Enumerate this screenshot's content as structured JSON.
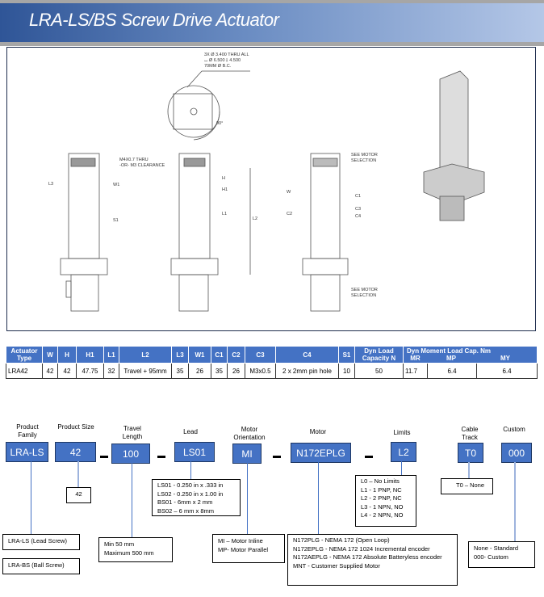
{
  "header": {
    "title": "LRA-LS/BS Screw Drive Actuator"
  },
  "drawing": {
    "callout_holes": [
      "3X Ø 3.400 THRU ALL",
      "⌴ Ø 6.500 ↧ 4.500",
      "70MM Ø B.C."
    ],
    "angle": "90°",
    "callout_m4": [
      "M4X0.7 THRU",
      "-OR- M3 CLEARANCE"
    ],
    "see_motor": [
      "SEE MOTOR",
      "SELECTION"
    ],
    "labels": {
      "l3": "L3",
      "w1": "W1",
      "s1": "S1",
      "h": "H",
      "h1": "H1",
      "l1": "L1",
      "l2": "L2",
      "w": "W",
      "c1": "C1",
      "c2": "C2",
      "c3": "C3",
      "c4": "C4"
    }
  },
  "spec_table": {
    "headers": [
      "Actuator Type",
      "W",
      "H",
      "H1",
      "L1",
      "L2",
      "L3",
      "W1",
      "C1",
      "C2",
      "C3",
      "C4",
      "S1",
      "Dyn Load Capacity N"
    ],
    "moment_header": "Dyn Moment Load Cap. Nm",
    "moment_sub": [
      "MR",
      "MP",
      "MY"
    ],
    "row": [
      "LRA42",
      "42",
      "42",
      "47.75",
      "32",
      "Travel + 95mm",
      "35",
      "26",
      "35",
      "26",
      "M3x0.5",
      "2 x 2mm pin hole",
      "10",
      "50",
      "11.7",
      "6.4",
      "6.4"
    ]
  },
  "ordering": {
    "fields": [
      {
        "label": "Product Family",
        "value": "LRA-LS"
      },
      {
        "label": "Product Size",
        "value": "42"
      },
      {
        "label": "Travel Length",
        "value": "100"
      },
      {
        "label": "Lead",
        "value": "LS01"
      },
      {
        "label": "Motor Orientation",
        "value": "MI"
      },
      {
        "label": "Motor",
        "value": "N172EPLG"
      },
      {
        "label": "Limits",
        "value": "L2"
      },
      {
        "label": "Cable Track",
        "value": "T0"
      },
      {
        "label": "Custom",
        "value": "000"
      }
    ],
    "family_options": [
      "LRA-LS (Lead Screw)",
      "LRA-BS (Ball Screw)"
    ],
    "size_options": [
      "42"
    ],
    "travel_options": [
      "Min  50 mm",
      "Maximum 500 mm"
    ],
    "lead_options": [
      "LS01 - 0.250 in x .333 in",
      "LS02 - 0.250 in x 1.00 in",
      "BS01 -  6mm x 2 mm",
      "BS02 – 6 mm x 8mm"
    ],
    "orientation_options": [
      "MI – Motor Inline",
      "MP- Motor Parallel"
    ],
    "motor_options": [
      "N172PLG -  NEMA 172 (Open Loop)",
      "N172EPLG - NEMA 172 1024 Incremental encoder",
      "N172AEPLG - NEMA 172 Absolute Batteryless encoder",
      "MNT          - Customer Supplied Motor"
    ],
    "limit_options": [
      "L0 – No Limits",
      "L1 -  1 PNP, NC",
      "L2 -  2 PNP, NC",
      "L3 -  1 NPN, NO",
      "L4 -  2 NPN, NO"
    ],
    "cable_options": [
      "T0 – None"
    ],
    "custom_options": [
      "None - Standard",
      "000-  Custom"
    ]
  }
}
